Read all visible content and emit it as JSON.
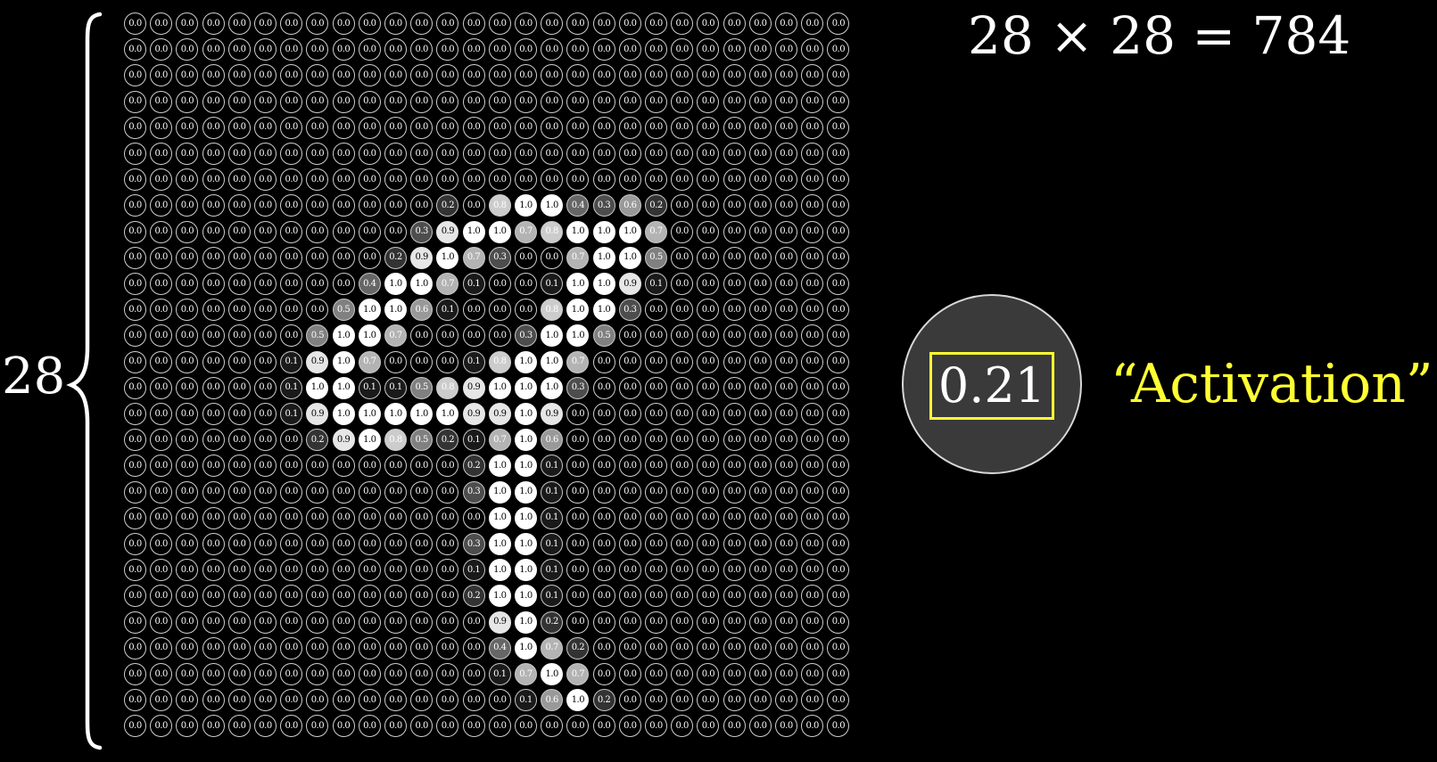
{
  "side_label": "28",
  "equation": "28 × 28 = 784",
  "neuron_value": "0.21",
  "activation_label": "“Activation”",
  "colors": {
    "background": "#000000",
    "highlight": "#ffff33",
    "neuron_fill": "#3a3a3a",
    "cell_outline": "#cfcfcf"
  },
  "grid": {
    "rows": 28,
    "cols": 28,
    "default_value": "0.0",
    "nonzero": [
      {
        "r": 7,
        "c": 12,
        "v": "0.2"
      },
      {
        "r": 7,
        "c": 14,
        "v": "0.8"
      },
      {
        "r": 7,
        "c": 15,
        "v": "1.0"
      },
      {
        "r": 7,
        "c": 16,
        "v": "1.0"
      },
      {
        "r": 7,
        "c": 17,
        "v": "0.4"
      },
      {
        "r": 7,
        "c": 18,
        "v": "0.3"
      },
      {
        "r": 7,
        "c": 19,
        "v": "0.6"
      },
      {
        "r": 7,
        "c": 20,
        "v": "0.2"
      },
      {
        "r": 8,
        "c": 11,
        "v": "0.3"
      },
      {
        "r": 8,
        "c": 12,
        "v": "0.9"
      },
      {
        "r": 8,
        "c": 13,
        "v": "1.0"
      },
      {
        "r": 8,
        "c": 14,
        "v": "1.0"
      },
      {
        "r": 8,
        "c": 15,
        "v": "0.7"
      },
      {
        "r": 8,
        "c": 16,
        "v": "0.8"
      },
      {
        "r": 8,
        "c": 17,
        "v": "1.0"
      },
      {
        "r": 8,
        "c": 18,
        "v": "1.0"
      },
      {
        "r": 8,
        "c": 19,
        "v": "1.0"
      },
      {
        "r": 8,
        "c": 20,
        "v": "0.7"
      },
      {
        "r": 9,
        "c": 10,
        "v": "0.2"
      },
      {
        "r": 9,
        "c": 11,
        "v": "0.9"
      },
      {
        "r": 9,
        "c": 12,
        "v": "1.0"
      },
      {
        "r": 9,
        "c": 13,
        "v": "0.7"
      },
      {
        "r": 9,
        "c": 14,
        "v": "0.3"
      },
      {
        "r": 9,
        "c": 17,
        "v": "0.7"
      },
      {
        "r": 9,
        "c": 18,
        "v": "1.0"
      },
      {
        "r": 9,
        "c": 19,
        "v": "1.0"
      },
      {
        "r": 9,
        "c": 20,
        "v": "0.5"
      },
      {
        "r": 10,
        "c": 9,
        "v": "0.4"
      },
      {
        "r": 10,
        "c": 10,
        "v": "1.0"
      },
      {
        "r": 10,
        "c": 11,
        "v": "1.0"
      },
      {
        "r": 10,
        "c": 12,
        "v": "0.7"
      },
      {
        "r": 10,
        "c": 13,
        "v": "0.1"
      },
      {
        "r": 10,
        "c": 16,
        "v": "0.1"
      },
      {
        "r": 10,
        "c": 17,
        "v": "1.0"
      },
      {
        "r": 10,
        "c": 18,
        "v": "1.0"
      },
      {
        "r": 10,
        "c": 19,
        "v": "0.9"
      },
      {
        "r": 10,
        "c": 20,
        "v": "0.1"
      },
      {
        "r": 11,
        "c": 8,
        "v": "0.5"
      },
      {
        "r": 11,
        "c": 9,
        "v": "1.0"
      },
      {
        "r": 11,
        "c": 10,
        "v": "1.0"
      },
      {
        "r": 11,
        "c": 11,
        "v": "0.6"
      },
      {
        "r": 11,
        "c": 12,
        "v": "0.1"
      },
      {
        "r": 11,
        "c": 16,
        "v": "0.8"
      },
      {
        "r": 11,
        "c": 17,
        "v": "1.0"
      },
      {
        "r": 11,
        "c": 18,
        "v": "1.0"
      },
      {
        "r": 11,
        "c": 19,
        "v": "0.3"
      },
      {
        "r": 12,
        "c": 7,
        "v": "0.5"
      },
      {
        "r": 12,
        "c": 8,
        "v": "1.0"
      },
      {
        "r": 12,
        "c": 9,
        "v": "1.0"
      },
      {
        "r": 12,
        "c": 10,
        "v": "0.7"
      },
      {
        "r": 12,
        "c": 15,
        "v": "0.3"
      },
      {
        "r": 12,
        "c": 16,
        "v": "1.0"
      },
      {
        "r": 12,
        "c": 17,
        "v": "1.0"
      },
      {
        "r": 12,
        "c": 18,
        "v": "0.5"
      },
      {
        "r": 13,
        "c": 6,
        "v": "0.1"
      },
      {
        "r": 13,
        "c": 7,
        "v": "0.9"
      },
      {
        "r": 13,
        "c": 8,
        "v": "1.0"
      },
      {
        "r": 13,
        "c": 9,
        "v": "0.7"
      },
      {
        "r": 13,
        "c": 13,
        "v": "0.1"
      },
      {
        "r": 13,
        "c": 14,
        "v": "0.8"
      },
      {
        "r": 13,
        "c": 15,
        "v": "1.0"
      },
      {
        "r": 13,
        "c": 16,
        "v": "1.0"
      },
      {
        "r": 13,
        "c": 17,
        "v": "0.7"
      },
      {
        "r": 14,
        "c": 6,
        "v": "0.1"
      },
      {
        "r": 14,
        "c": 7,
        "v": "1.0"
      },
      {
        "r": 14,
        "c": 8,
        "v": "1.0"
      },
      {
        "r": 14,
        "c": 9,
        "v": "0.1"
      },
      {
        "r": 14,
        "c": 10,
        "v": "0.1"
      },
      {
        "r": 14,
        "c": 11,
        "v": "0.5"
      },
      {
        "r": 14,
        "c": 12,
        "v": "0.8"
      },
      {
        "r": 14,
        "c": 13,
        "v": "0.9"
      },
      {
        "r": 14,
        "c": 14,
        "v": "1.0"
      },
      {
        "r": 14,
        "c": 15,
        "v": "1.0"
      },
      {
        "r": 14,
        "c": 16,
        "v": "1.0"
      },
      {
        "r": 14,
        "c": 17,
        "v": "0.3"
      },
      {
        "r": 15,
        "c": 6,
        "v": "0.1"
      },
      {
        "r": 15,
        "c": 7,
        "v": "0.9"
      },
      {
        "r": 15,
        "c": 8,
        "v": "1.0"
      },
      {
        "r": 15,
        "c": 9,
        "v": "1.0"
      },
      {
        "r": 15,
        "c": 10,
        "v": "1.0"
      },
      {
        "r": 15,
        "c": 11,
        "v": "1.0"
      },
      {
        "r": 15,
        "c": 12,
        "v": "1.0"
      },
      {
        "r": 15,
        "c": 13,
        "v": "0.9"
      },
      {
        "r": 15,
        "c": 14,
        "v": "0.9"
      },
      {
        "r": 15,
        "c": 15,
        "v": "1.0"
      },
      {
        "r": 15,
        "c": 16,
        "v": "0.9"
      },
      {
        "r": 16,
        "c": 7,
        "v": "0.2"
      },
      {
        "r": 16,
        "c": 8,
        "v": "0.9"
      },
      {
        "r": 16,
        "c": 9,
        "v": "1.0"
      },
      {
        "r": 16,
        "c": 10,
        "v": "0.8"
      },
      {
        "r": 16,
        "c": 11,
        "v": "0.5"
      },
      {
        "r": 16,
        "c": 12,
        "v": "0.2"
      },
      {
        "r": 16,
        "c": 13,
        "v": "0.1"
      },
      {
        "r": 16,
        "c": 14,
        "v": "0.7"
      },
      {
        "r": 16,
        "c": 15,
        "v": "1.0"
      },
      {
        "r": 16,
        "c": 16,
        "v": "0.6"
      },
      {
        "r": 17,
        "c": 13,
        "v": "0.2"
      },
      {
        "r": 17,
        "c": 14,
        "v": "1.0"
      },
      {
        "r": 17,
        "c": 15,
        "v": "1.0"
      },
      {
        "r": 17,
        "c": 16,
        "v": "0.1"
      },
      {
        "r": 18,
        "c": 13,
        "v": "0.3"
      },
      {
        "r": 18,
        "c": 14,
        "v": "1.0"
      },
      {
        "r": 18,
        "c": 15,
        "v": "1.0"
      },
      {
        "r": 18,
        "c": 16,
        "v": "0.1"
      },
      {
        "r": 19,
        "c": 14,
        "v": "1.0"
      },
      {
        "r": 19,
        "c": 15,
        "v": "1.0"
      },
      {
        "r": 19,
        "c": 16,
        "v": "0.1"
      },
      {
        "r": 20,
        "c": 13,
        "v": "0.3"
      },
      {
        "r": 20,
        "c": 14,
        "v": "1.0"
      },
      {
        "r": 20,
        "c": 15,
        "v": "1.0"
      },
      {
        "r": 20,
        "c": 16,
        "v": "0.1"
      },
      {
        "r": 21,
        "c": 13,
        "v": "0.1"
      },
      {
        "r": 21,
        "c": 14,
        "v": "1.0"
      },
      {
        "r": 21,
        "c": 15,
        "v": "1.0"
      },
      {
        "r": 21,
        "c": 16,
        "v": "0.1"
      },
      {
        "r": 22,
        "c": 13,
        "v": "0.2"
      },
      {
        "r": 22,
        "c": 14,
        "v": "1.0"
      },
      {
        "r": 22,
        "c": 15,
        "v": "1.0"
      },
      {
        "r": 22,
        "c": 16,
        "v": "0.1"
      },
      {
        "r": 23,
        "c": 14,
        "v": "0.9"
      },
      {
        "r": 23,
        "c": 15,
        "v": "1.0"
      },
      {
        "r": 23,
        "c": 16,
        "v": "0.2"
      },
      {
        "r": 24,
        "c": 14,
        "v": "0.4"
      },
      {
        "r": 24,
        "c": 15,
        "v": "1.0"
      },
      {
        "r": 24,
        "c": 16,
        "v": "0.7"
      },
      {
        "r": 24,
        "c": 17,
        "v": "0.2"
      },
      {
        "r": 25,
        "c": 14,
        "v": "0.1"
      },
      {
        "r": 25,
        "c": 15,
        "v": "0.7"
      },
      {
        "r": 25,
        "c": 16,
        "v": "1.0"
      },
      {
        "r": 25,
        "c": 17,
        "v": "0.7"
      },
      {
        "r": 26,
        "c": 15,
        "v": "0.1"
      },
      {
        "r": 26,
        "c": 16,
        "v": "0.6"
      },
      {
        "r": 26,
        "c": 17,
        "v": "1.0"
      },
      {
        "r": 26,
        "c": 18,
        "v": "0.2"
      }
    ]
  }
}
